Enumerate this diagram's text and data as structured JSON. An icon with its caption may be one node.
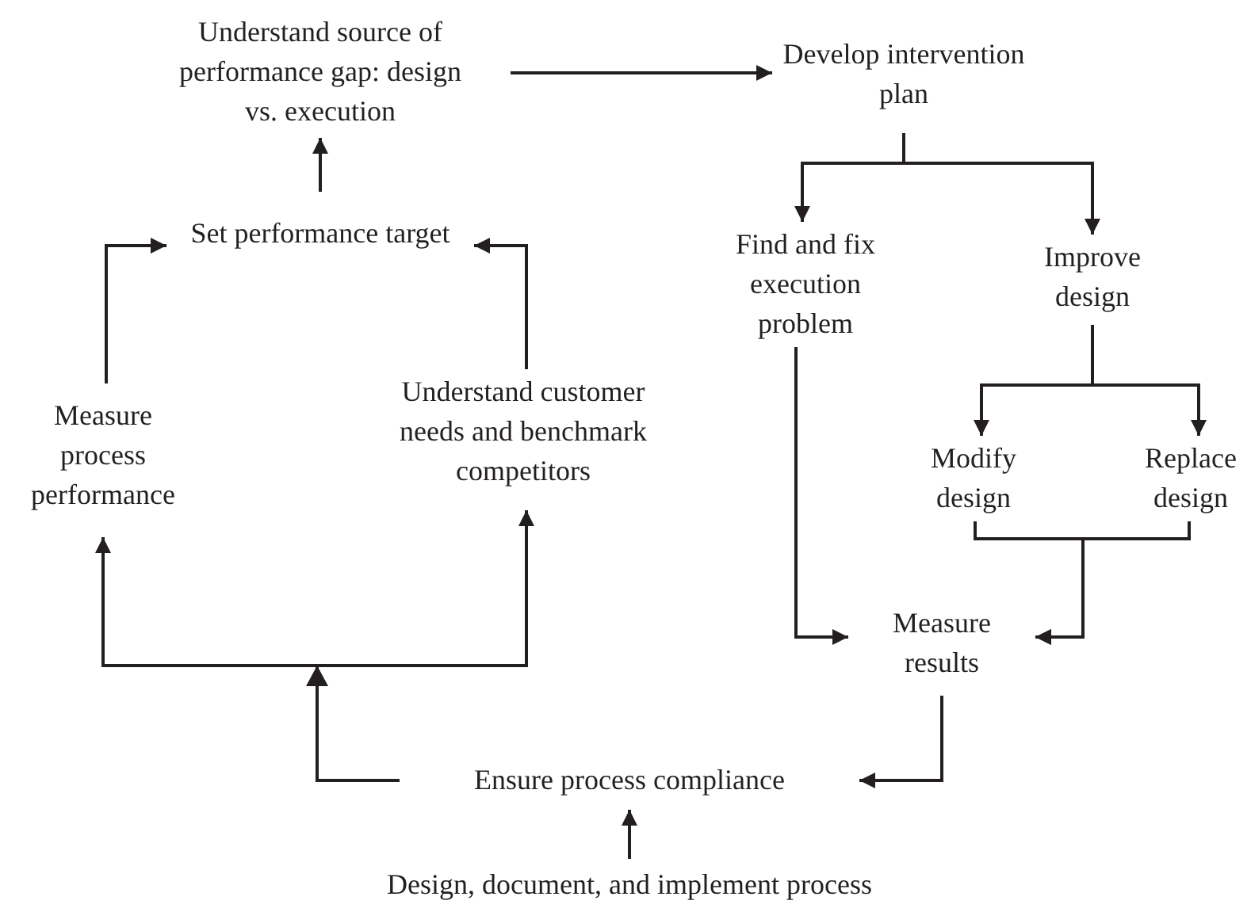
{
  "diagram": {
    "nodes": [
      {
        "text": [
          "Understand source of performance gap: design vs. execution"
        ]
      },
      {
        "text": [
          "Develop intervention plan"
        ]
      },
      {
        "text": [
          "Set performance target"
        ]
      },
      {
        "text": [
          "Find and fix execution problem"
        ]
      },
      {
        "text": [
          "Improve design"
        ]
      },
      {
        "text": [
          "Measure process performance"
        ]
      },
      {
        "text": [
          "Understand customer needs and benchmark competitors"
        ]
      },
      {
        "text": [
          "Modify design"
        ]
      },
      {
        "text": [
          "Replace design"
        ]
      },
      {
        "text": [
          "Measure results"
        ]
      },
      {
        "text": [
          "Ensure process compliance"
        ]
      },
      {
        "text": [
          "Design, document, and implement process"
        ]
      }
    ],
    "edges": [
      {
        "from": 10,
        "to": 5,
        "arrow": "to"
      },
      {
        "from": 10,
        "to": 6,
        "arrow": "to"
      },
      {
        "from": 5,
        "to": 2,
        "arrow": "to"
      },
      {
        "from": 6,
        "to": 2,
        "arrow": "to"
      },
      {
        "from": 2,
        "to": 0,
        "arrow": "to"
      },
      {
        "from": 0,
        "to": 1,
        "arrow": "to"
      },
      {
        "from": 1,
        "to": 3,
        "arrow": "to"
      },
      {
        "from": 1,
        "to": 4,
        "arrow": "to"
      },
      {
        "from": 4,
        "to": 7,
        "arrow": "to"
      },
      {
        "from": 4,
        "to": 8,
        "arrow": "to"
      },
      {
        "from": 7,
        "to": 9,
        "arrow": "to"
      },
      {
        "from": 8,
        "to": 9,
        "arrow": "to"
      },
      {
        "from": 3,
        "to": 9,
        "arrow": "to"
      },
      {
        "from": 9,
        "to": 10,
        "arrow": "to"
      },
      {
        "from": 11,
        "to": 10,
        "arrow": "to"
      }
    ]
  }
}
